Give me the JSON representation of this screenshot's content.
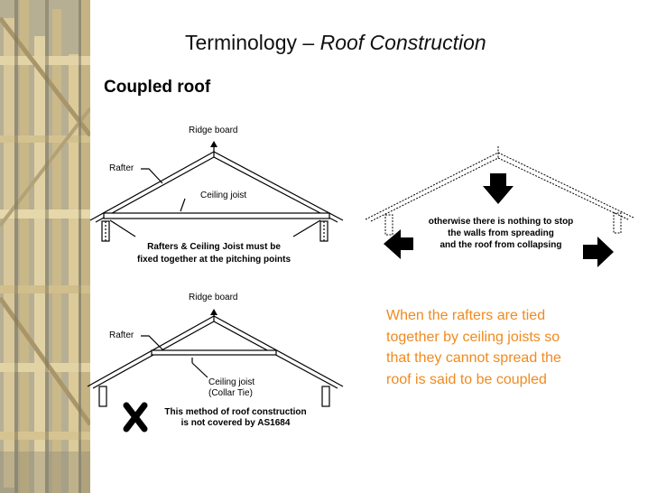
{
  "slide": {
    "title_plain": "Terminology – ",
    "title_italic": "Roof Construction",
    "subtitle": "Coupled roof"
  },
  "diagram_top": {
    "ridge_label": "Ridge board",
    "rafter_label": "Rafter",
    "joist_label": "Ceiling joist",
    "note_line1": "Rafters & Ceiling Joist must be",
    "note_line2": "fixed together at the pitching points"
  },
  "diagram_right": {
    "note_line1": "otherwise there is nothing to stop",
    "note_line2": "the walls from spreading",
    "note_line3": "and the roof from collapsing"
  },
  "diagram_bottom": {
    "ridge_label": "Ridge board",
    "rafter_label": "Rafter",
    "joist_label_line1": "Ceiling joist",
    "joist_label_line2": "(Collar Tie)",
    "note_line1": "This method of roof construction",
    "note_line2": "is not covered by AS1684"
  },
  "summary": {
    "line1": "When the rafters are tied",
    "line2": "together by ceiling joists so",
    "line3": "that they cannot spread the",
    "line4": "roof is said to be coupled"
  },
  "colors": {
    "summary_text": "#f08a1e",
    "frame_wood": "#d8c79a",
    "frame_shadow": "#6f6a56"
  },
  "icons": {
    "cross": "x-mark-icon",
    "arrows": "arrow-icon"
  }
}
